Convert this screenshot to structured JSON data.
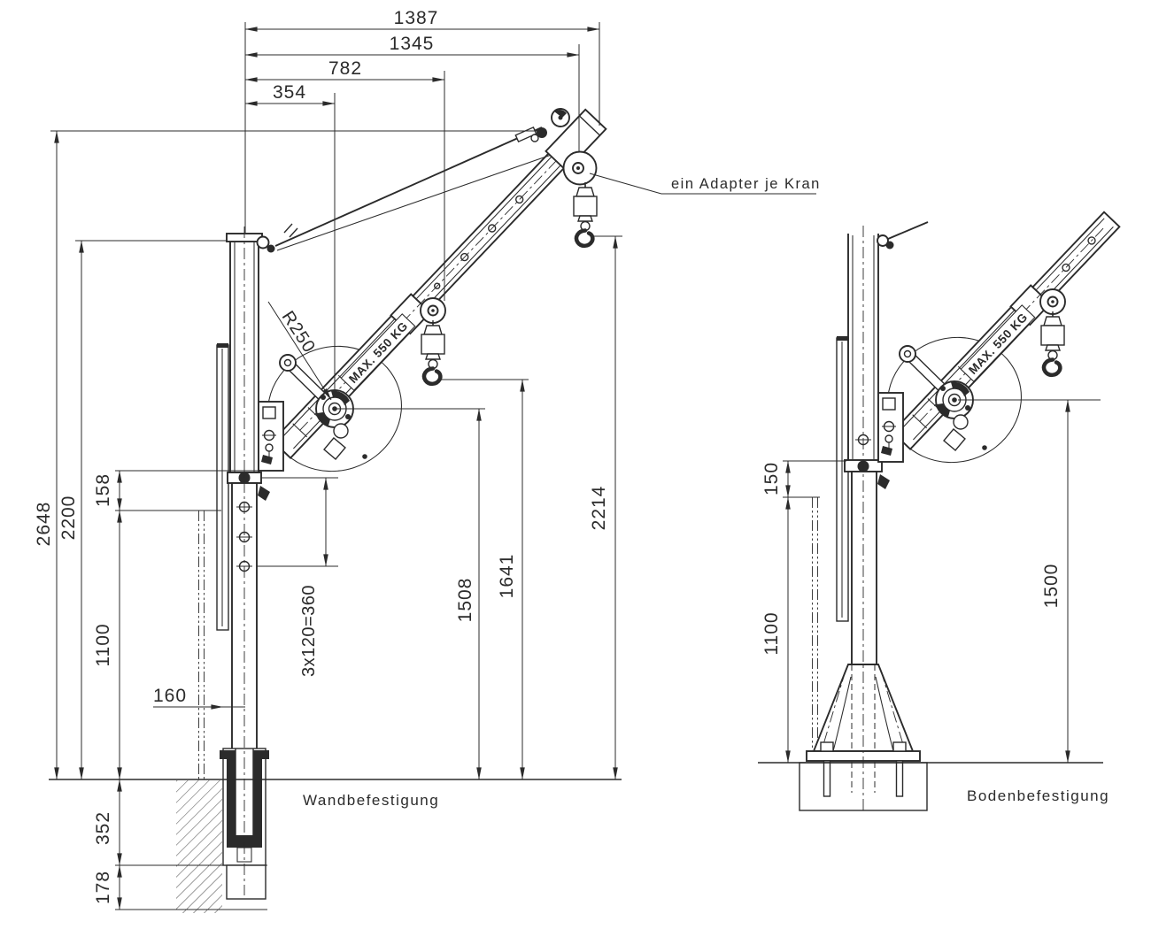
{
  "colors": {
    "ink": "#2b2b2b",
    "background": "#ffffff"
  },
  "views": {
    "wall": {
      "caption": "Wandbefestigung",
      "boom_badge": "MAX. 550 KG",
      "crank_radius": "R250",
      "dims": {
        "reach_overall": "1387",
        "reach_hook": "1345",
        "reach_mid": "782",
        "winch_offset": "354",
        "height_overall": "2648",
        "height_mast": "2200",
        "gap_bracket": "158",
        "height_rail": "1100",
        "wall_offset": "160",
        "bolt_pattern": "3x120=360",
        "height_winch": "1508",
        "height_mid_hook": "1641",
        "height_tip_hook": "2214",
        "depth_embed": "352",
        "depth_extra": "178"
      }
    },
    "floor": {
      "caption": "Bodenbefestigung",
      "boom_badge": "MAX. 550 KG",
      "dims": {
        "gap_collar": "150",
        "height_rail": "1100",
        "height_hook": "1500"
      }
    }
  },
  "annotations": {
    "adapter_note": "ein Adapter je Kran"
  }
}
